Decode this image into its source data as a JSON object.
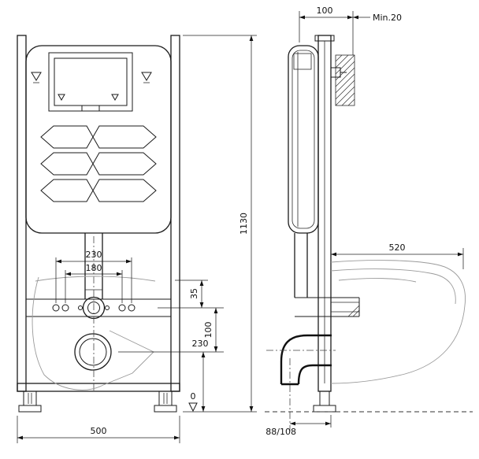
{
  "drawing": {
    "front_view": {
      "height": "1130",
      "width": "500",
      "bolt_spacing_outer": "230",
      "bolt_spacing_inner": "180",
      "offset_seat_inlet": "35",
      "offset_inlet_outlet": "100",
      "outlet_height": "230",
      "floor_level": "0"
    },
    "side_view": {
      "frame_depth": "100",
      "wall_min": "Min.20",
      "bowl_projection": "520",
      "outlet_offset": "88/108"
    }
  }
}
